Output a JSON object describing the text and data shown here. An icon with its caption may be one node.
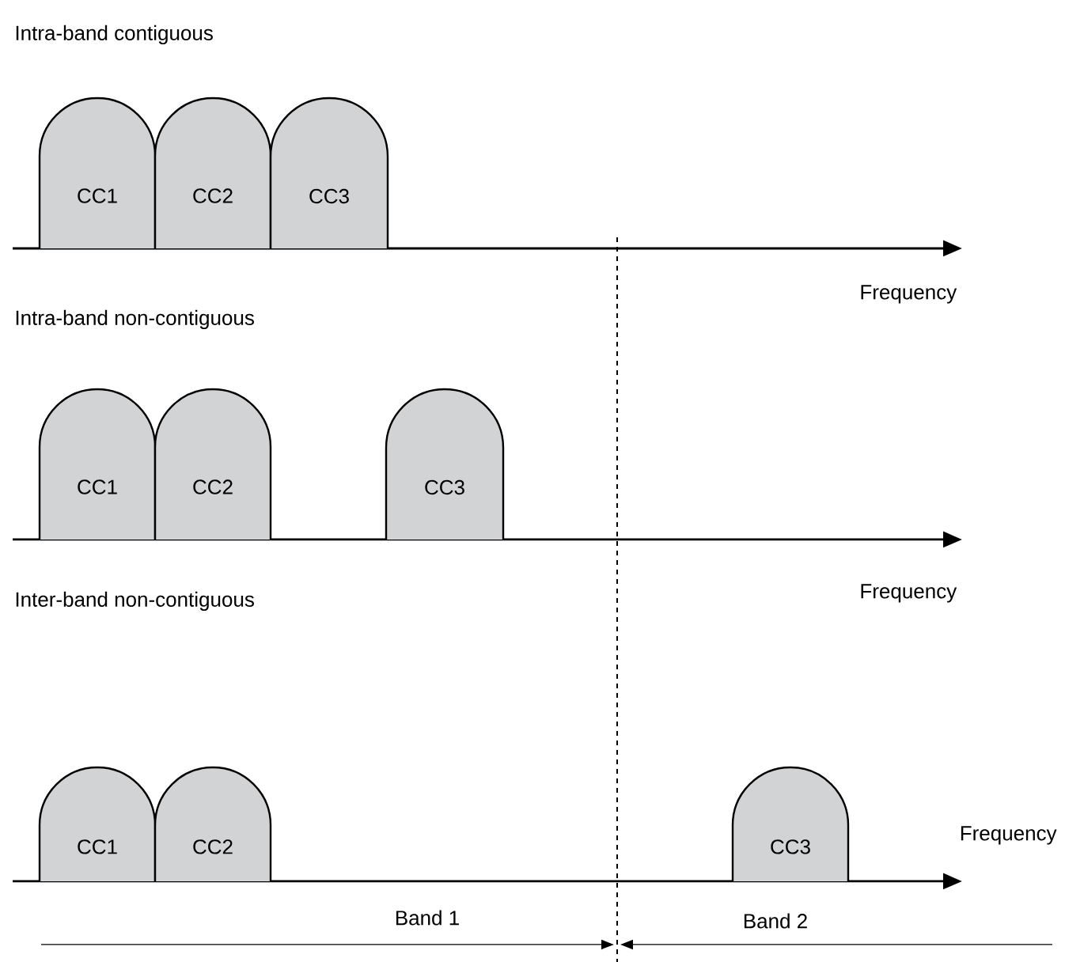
{
  "diagram": {
    "nodes": [
      {
        "text": [
          "CC1"
        ]
      },
      {
        "text": [
          "CC2"
        ]
      },
      {
        "text": [
          "CC3"
        ]
      },
      {
        "text": [
          "CC1"
        ]
      },
      {
        "text": [
          "CC2"
        ]
      },
      {
        "text": [
          "CC3"
        ]
      },
      {
        "text": [
          "CC1"
        ]
      },
      {
        "text": [
          "CC2"
        ]
      },
      {
        "text": [
          "CC3"
        ]
      }
    ],
    "labels": [
      "Intra-band contiguous",
      "Frequency",
      "Intra-band non-contiguous",
      "Frequency",
      "Inter-band non-contiguous",
      "Frequency",
      "Band 1",
      "Band 2"
    ]
  }
}
